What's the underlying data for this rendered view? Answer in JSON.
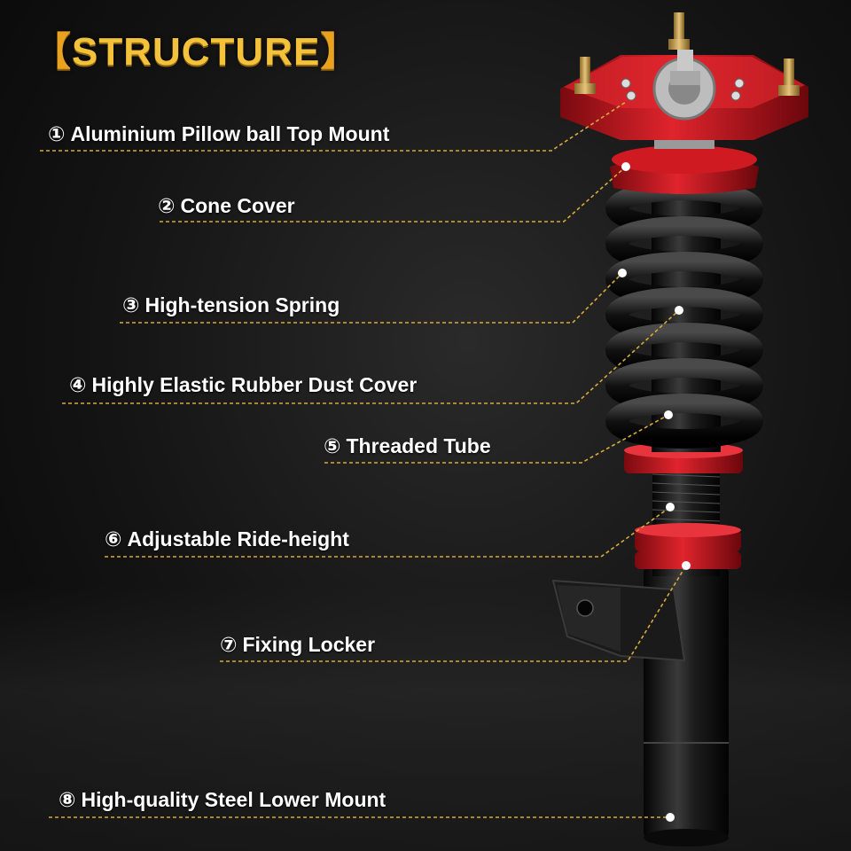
{
  "header": {
    "bracket_open": "【",
    "title": "STRUCTURE",
    "bracket_close": "】"
  },
  "parts": [
    {
      "num": "①",
      "label": "Aluminium Pillow ball Top Mount"
    },
    {
      "num": "②",
      "label": "Cone Cover"
    },
    {
      "num": "③",
      "label": "High-tension Spring"
    },
    {
      "num": "④",
      "label": "Highly Elastic Rubber Dust Cover"
    },
    {
      "num": "⑤",
      "label": "Threaded Tube"
    },
    {
      "num": "⑥",
      "label": "Adjustable Ride-height"
    },
    {
      "num": "⑦",
      "label": "Fixing Locker"
    },
    {
      "num": "⑧",
      "label": "High-quality Steel Lower Mount"
    }
  ],
  "colors": {
    "title": "#f4c23a",
    "leader_line": "#d9a93a",
    "mount_red": "#c4121b",
    "spring_black": "#151515"
  }
}
